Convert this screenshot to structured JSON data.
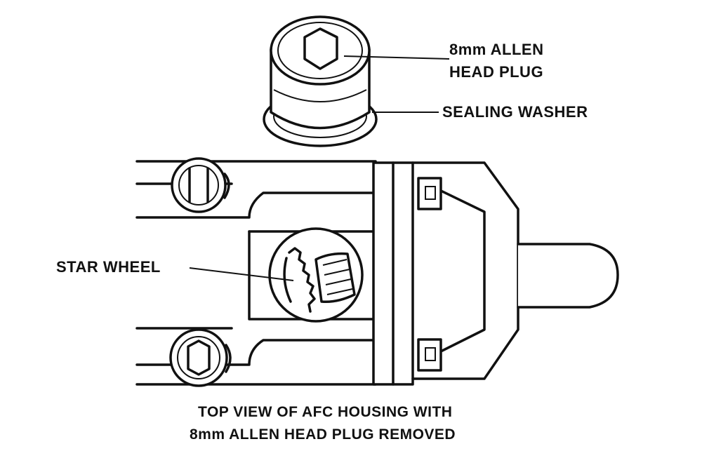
{
  "labels": {
    "allen_plug_line1": "8mm ALLEN",
    "allen_plug_line2": "HEAD PLUG",
    "sealing_washer": "SEALING WASHER",
    "star_wheel": "STAR WHEEL",
    "caption_line1": "TOP VIEW OF AFC HOUSING  WITH",
    "caption_line2": "8mm ALLEN HEAD PLUG REMOVED"
  },
  "colors": {
    "ink": "#111111",
    "background": "#ffffff"
  }
}
